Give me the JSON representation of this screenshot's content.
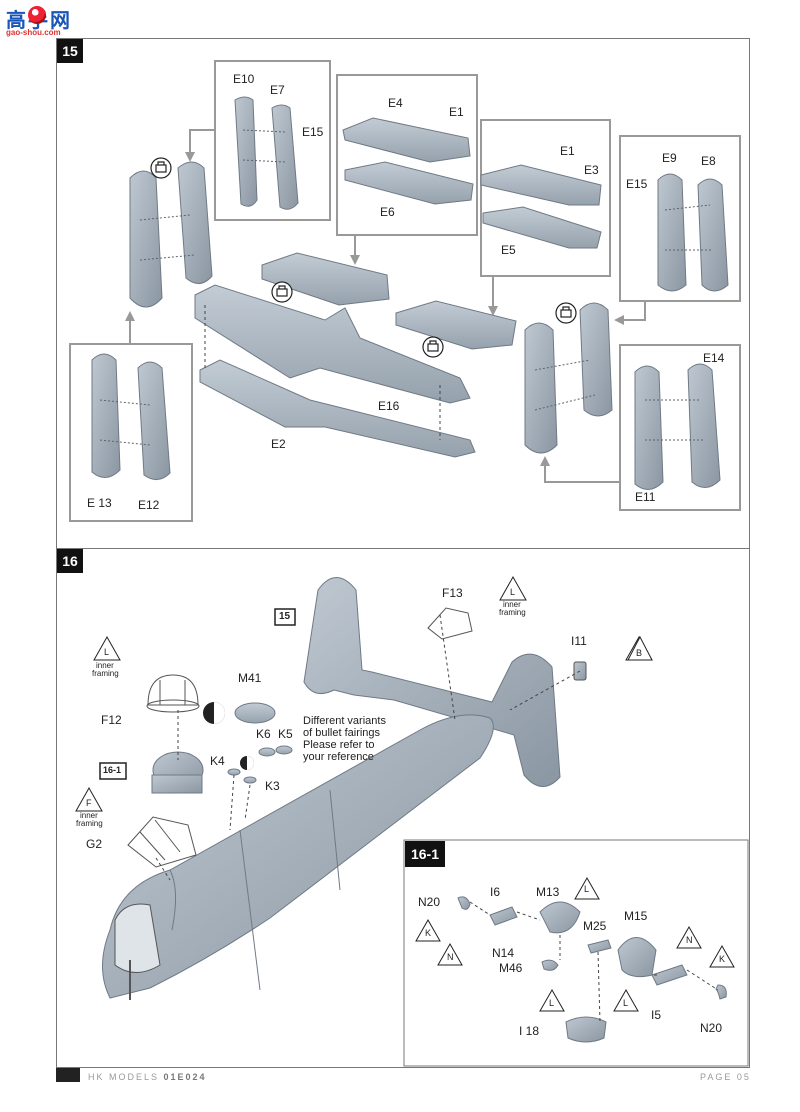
{
  "watermark": {
    "text": "高手网",
    "url": "gao-shou.com"
  },
  "steps": {
    "s15": "15",
    "s16": "16",
    "s16_1": "16-1"
  },
  "step15_labels": {
    "e10": "E10",
    "e7": "E7",
    "e15a": "E15",
    "e4": "E4",
    "e1a": "E1",
    "e6": "E6",
    "e1b": "E1",
    "e3": "E3",
    "e5": "E5",
    "e9": "E9",
    "e8": "E8",
    "e15b": "E15",
    "e14": "E14",
    "e11": "E11",
    "e16": "E16",
    "e2": "E2",
    "e13": "E 13",
    "e12": "E12"
  },
  "step16_labels": {
    "ref15": "15",
    "f13": "F13",
    "i11": "I11",
    "b": "B",
    "l1": "L",
    "inner1": "inner",
    "framing1": "framing",
    "l2": "L",
    "inner2": "inner",
    "framing2": "framing",
    "f": "F",
    "inner3": "inner",
    "framing3": "framing",
    "f12": "F12",
    "m41": "M41",
    "k6": "K6",
    "k5": "K5",
    "k4": "K4",
    "k3": "K3",
    "ref16_1": "16-1",
    "g2": "G2",
    "note": [
      "Different variants",
      "of bullet fairings",
      "Please refer to",
      "your reference"
    ]
  },
  "sub161_labels": {
    "n20a": "N20",
    "i6": "I6",
    "m13": "M13",
    "l_a": "L",
    "k_a": "K",
    "n14": "N14",
    "m46": "M46",
    "m25": "M25",
    "m15": "M15",
    "n_a": "N",
    "n_b": "N",
    "k_b": "K",
    "l_b": "L",
    "l_c": "L",
    "i5": "I5",
    "n20b": "N20",
    "i18": "I 18"
  },
  "footer": {
    "brand": "HK MODELS",
    "code": "01E024",
    "page": "PAGE 05"
  }
}
